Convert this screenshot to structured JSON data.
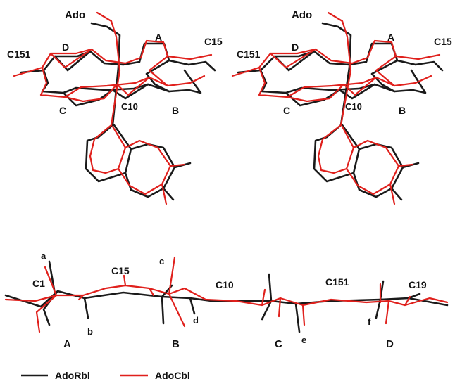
{
  "colors": {
    "adorbl": "#1a1a1a",
    "adocbl": "#e0201c"
  },
  "stereo_left": {
    "labels": {
      "ado": "Ado",
      "ringA": "A",
      "ringB": "B",
      "ringC": "C",
      "ringD": "D",
      "c15": "C15",
      "c151": "C151",
      "c10": "C10"
    }
  },
  "stereo_right": {
    "labels": {
      "ado": "Ado",
      "ringA": "A",
      "ringB": "B",
      "ringC": "C",
      "ringD": "D",
      "c15": "C15",
      "c151": "C151",
      "c10": "C10"
    }
  },
  "side_view": {
    "atoms": {
      "c1": "C1",
      "c15": "C15",
      "c10": "C10",
      "c151": "C151",
      "c19": "C19"
    },
    "markers": {
      "a": "a",
      "b": "b",
      "c": "c",
      "d": "d",
      "e": "e",
      "f": "f"
    },
    "rings": {
      "A": "A",
      "B": "B",
      "C": "C",
      "D": "D"
    }
  },
  "legend": [
    {
      "name": "AdoRbl",
      "color": "#1a1a1a"
    },
    {
      "name": "AdoCbl",
      "color": "#e0201c"
    }
  ]
}
